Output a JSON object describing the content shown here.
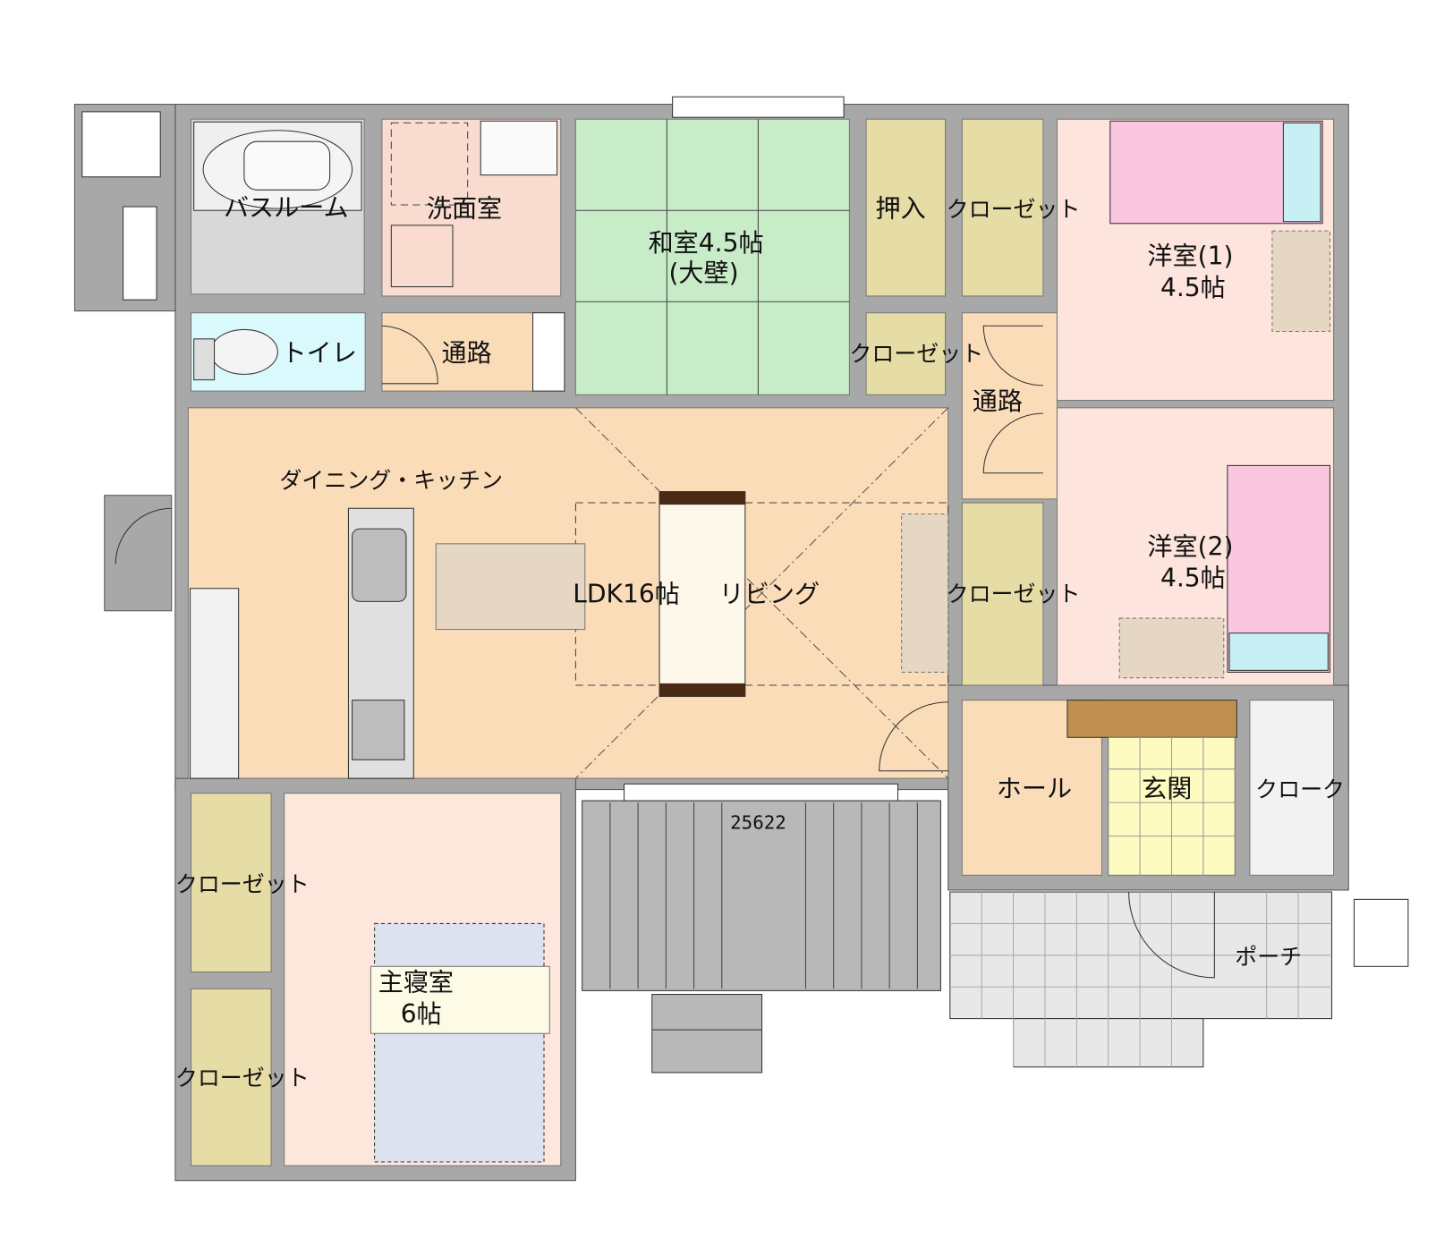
{
  "floor_plan": {
    "rooms": {
      "bathroom": "バスルーム",
      "washroom": "洗面室",
      "toilet": "トイレ",
      "hallway_left": "通路",
      "japanese_room": "和室4.5帖",
      "japanese_room_note": "(大壁)",
      "oshiire": "押入",
      "closet_top": "クローゼット",
      "closet_mid": "クローゼット",
      "hallway_right": "通路",
      "western_room_1": "洋室(1)",
      "western_room_1_size": "4.5帖",
      "western_room_2": "洋室(2)",
      "western_room_2_size": "4.5帖",
      "dining_kitchen": "ダイニング・キッチン",
      "ldk": "LDK16帖",
      "living": "リビング",
      "closet_living": "クローゼット",
      "hall": "ホール",
      "entrance": "玄関",
      "cloak": "クローク",
      "master_bedroom": "主寝室",
      "master_bedroom_size": "6帖",
      "closet_master_1": "クローゼット",
      "closet_master_2": "クローゼット",
      "porch": "ポーチ"
    },
    "dimension_label": "25622",
    "colors": {
      "wall": "#a8a8a8",
      "ldk": "#fadcb9",
      "japanese_room": "#c8ebc8",
      "closet": "#e6dca6",
      "western_room": "#fde4dc",
      "bed": "#fbc6e0",
      "toilet": "#d9f9fc",
      "washroom": "#f9dccf",
      "entrance": "#fdfbc0",
      "deck": "#b8b8b8"
    }
  }
}
